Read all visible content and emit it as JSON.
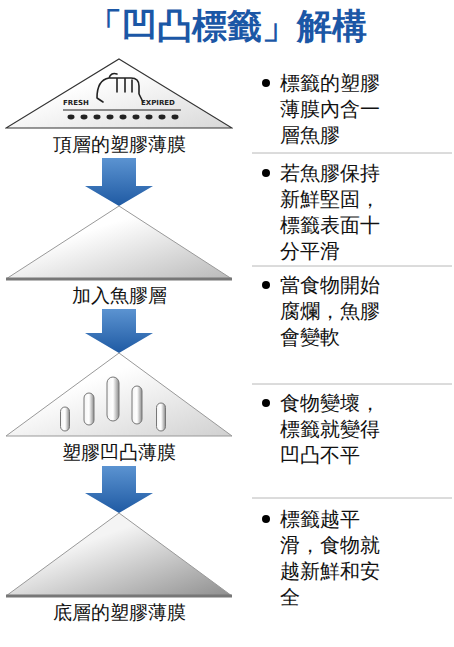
{
  "diagram": {
    "title": "「凹凸標籤」解構",
    "nodes": [
      {
        "text": [
          "頂層的塑膠薄膜"
        ]
      },
      {
        "text": [
          "加入魚膠層"
        ]
      },
      {
        "text": [
          "塑膠凹凸薄膜"
        ]
      },
      {
        "text": [
          "底層的塑膠薄膜"
        ]
      }
    ],
    "edges": [
      {
        "from": 0,
        "to": 1,
        "arrow": "to"
      },
      {
        "from": 1,
        "to": 2,
        "arrow": "to"
      },
      {
        "from": 2,
        "to": 3,
        "arrow": "to"
      }
    ],
    "labels": [
      "FRESH",
      "EXPIRED",
      "標籤的塑膠薄膜內含一層魚膠",
      "若魚膠保持新鮮堅固，標籤表面十分平滑",
      "當食物開始腐爛，魚膠會變軟",
      "食物變壞，標籤就變得凹凸不平",
      "標籤越平滑，食物就越新鮮和安全"
    ]
  }
}
